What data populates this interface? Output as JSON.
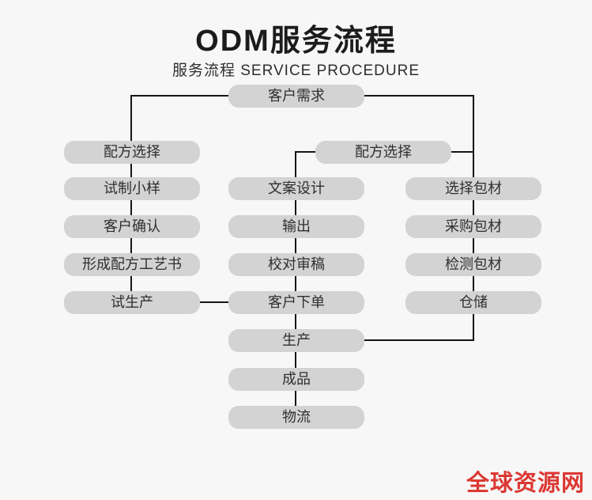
{
  "page": {
    "title": "ODM服务流程",
    "subtitle": "服务流程 SERVICE PROCEDURE",
    "watermark": "全球资源网"
  },
  "colors": {
    "background": "#f7f7f7",
    "node_fill": "#d3d3d3",
    "node_text": "#2f2f2f",
    "line": "#151515",
    "title_color": "#1c1c1c",
    "watermark_red": "#dc3832"
  },
  "flowchart": {
    "nodes": [
      {
        "id": "customer-demand",
        "label": "客户需求"
      },
      {
        "id": "formula-selection-left",
        "label": "配方选择"
      },
      {
        "id": "trial-sample",
        "label": "试制小样"
      },
      {
        "id": "customer-confirmation",
        "label": "客户确认"
      },
      {
        "id": "formula-process-book",
        "label": "形成配方工艺书"
      },
      {
        "id": "trial-production",
        "label": "试生产"
      },
      {
        "id": "formula-selection-right",
        "label": "配方选择"
      },
      {
        "id": "copy-design",
        "label": "文案设计"
      },
      {
        "id": "output",
        "label": "输出"
      },
      {
        "id": "proofread-review",
        "label": "校对审稿"
      },
      {
        "id": "customer-order",
        "label": "客户下单"
      },
      {
        "id": "production",
        "label": "生产"
      },
      {
        "id": "finished-product",
        "label": "成品"
      },
      {
        "id": "logistics",
        "label": "物流"
      },
      {
        "id": "select-packaging",
        "label": "选择包材"
      },
      {
        "id": "purchase-packaging",
        "label": "采购包材"
      },
      {
        "id": "inspect-packaging",
        "label": "检测包材"
      },
      {
        "id": "warehousing",
        "label": "仓储"
      }
    ]
  }
}
